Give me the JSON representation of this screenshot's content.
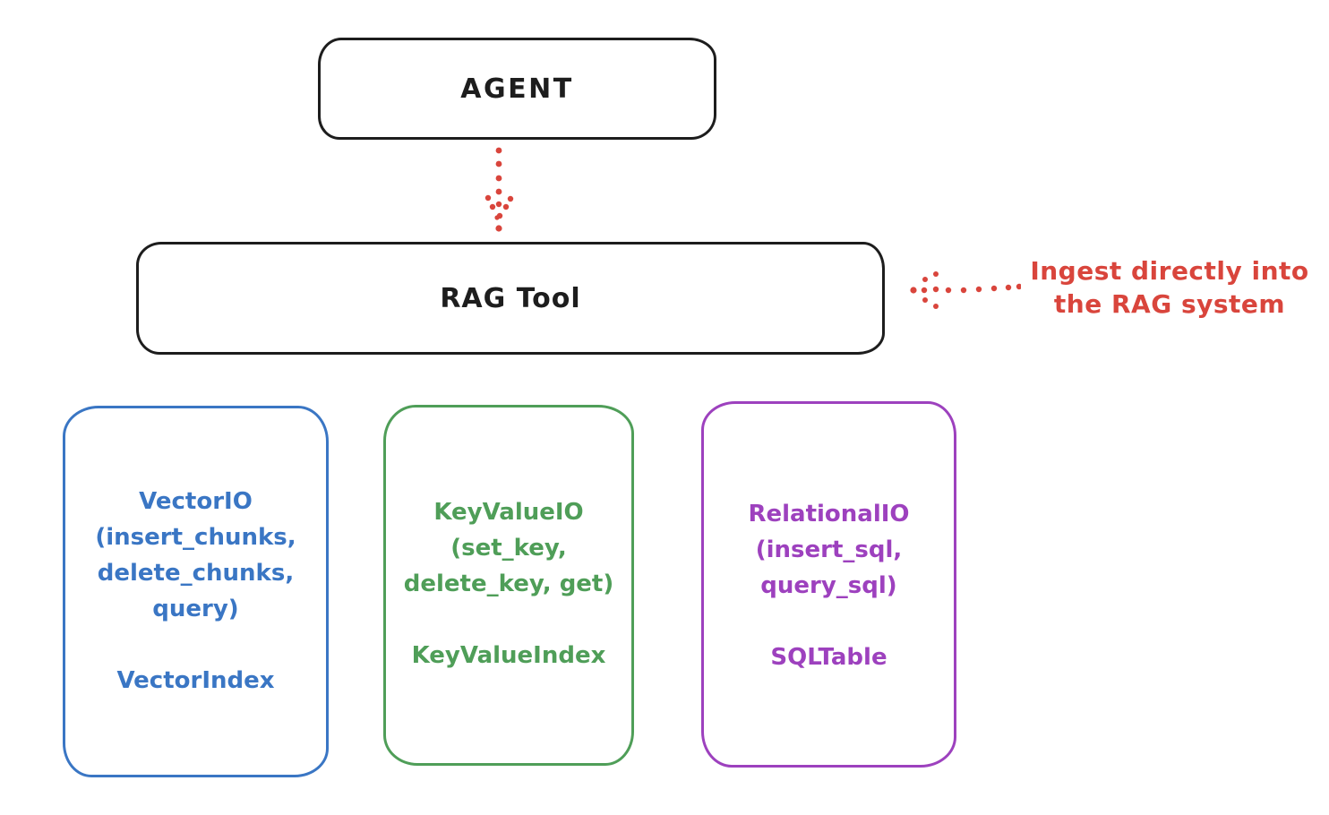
{
  "diagram": {
    "background": "#ffffff",
    "colors": {
      "stroke_black": "#1d1d1d",
      "accent_red": "#d9453c",
      "vector_blue": "#3a76c4",
      "keyvalue_green": "#4f9e58",
      "relational_purple": "#9d41be"
    },
    "agent": {
      "label": "AGENT"
    },
    "rag_tool": {
      "label": "RAG Tool"
    },
    "annotation": {
      "line1": "Ingest directly into",
      "line2": "the RAG system",
      "color": "#d9453c"
    },
    "vector_io": {
      "line1": "VectorIO",
      "line2": "(insert_chunks,",
      "line3": "delete_chunks,",
      "line4": "query)",
      "index": "VectorIndex",
      "color": "#3a76c4"
    },
    "key_value_io": {
      "line1": "KeyValueIO",
      "line2": "(set_key,",
      "line3": "delete_key, get)",
      "index": "KeyValueIndex",
      "color": "#4f9e58"
    },
    "relational_io": {
      "line1": "RelationalIO",
      "line2": "(insert_sql,",
      "line3": "query_sql)",
      "index": "SQLTable",
      "color": "#9d41be"
    },
    "arrows": {
      "agent_to_rag_tool": "red dotted arrow pointing down from AGENT to RAG Tool",
      "annotation_to_rag_tool": "red dotted arrow pointing left from annotation to RAG Tool"
    }
  }
}
